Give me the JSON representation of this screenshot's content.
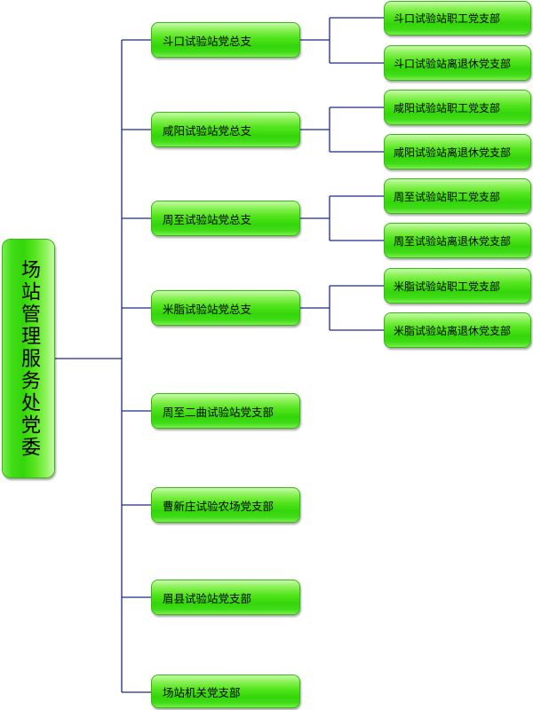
{
  "root": {
    "label": "场站管理服务处党委"
  },
  "colors": {
    "line": "#1c2a8c",
    "node_fill": "#33d60a",
    "node_border": "#37b812"
  },
  "branches": [
    {
      "label": "斗口试验站党总支",
      "children": [
        {
          "label": "斗口试验站职工党支部"
        },
        {
          "label": "斗口试验站离退休党支部"
        }
      ]
    },
    {
      "label": "咸阳试验站党总支",
      "children": [
        {
          "label": "咸阳试验站职工党支部"
        },
        {
          "label": "咸阳试验站离退休党支部"
        }
      ]
    },
    {
      "label": "周至试验站党总支",
      "children": [
        {
          "label": "周至试验站职工党支部"
        },
        {
          "label": "周至试验站离退休党支部"
        }
      ]
    },
    {
      "label": "米脂试验站党总支",
      "children": [
        {
          "label": "米脂试验站职工党支部"
        },
        {
          "label": "米脂试验站离退休党支部"
        }
      ]
    },
    {
      "label": "周至二曲试验站党支部",
      "children": []
    },
    {
      "label": "曹新庄试验农场党支部",
      "children": []
    },
    {
      "label": "眉县试验站党支部",
      "children": []
    },
    {
      "label": "场站机关党支部",
      "children": []
    }
  ]
}
